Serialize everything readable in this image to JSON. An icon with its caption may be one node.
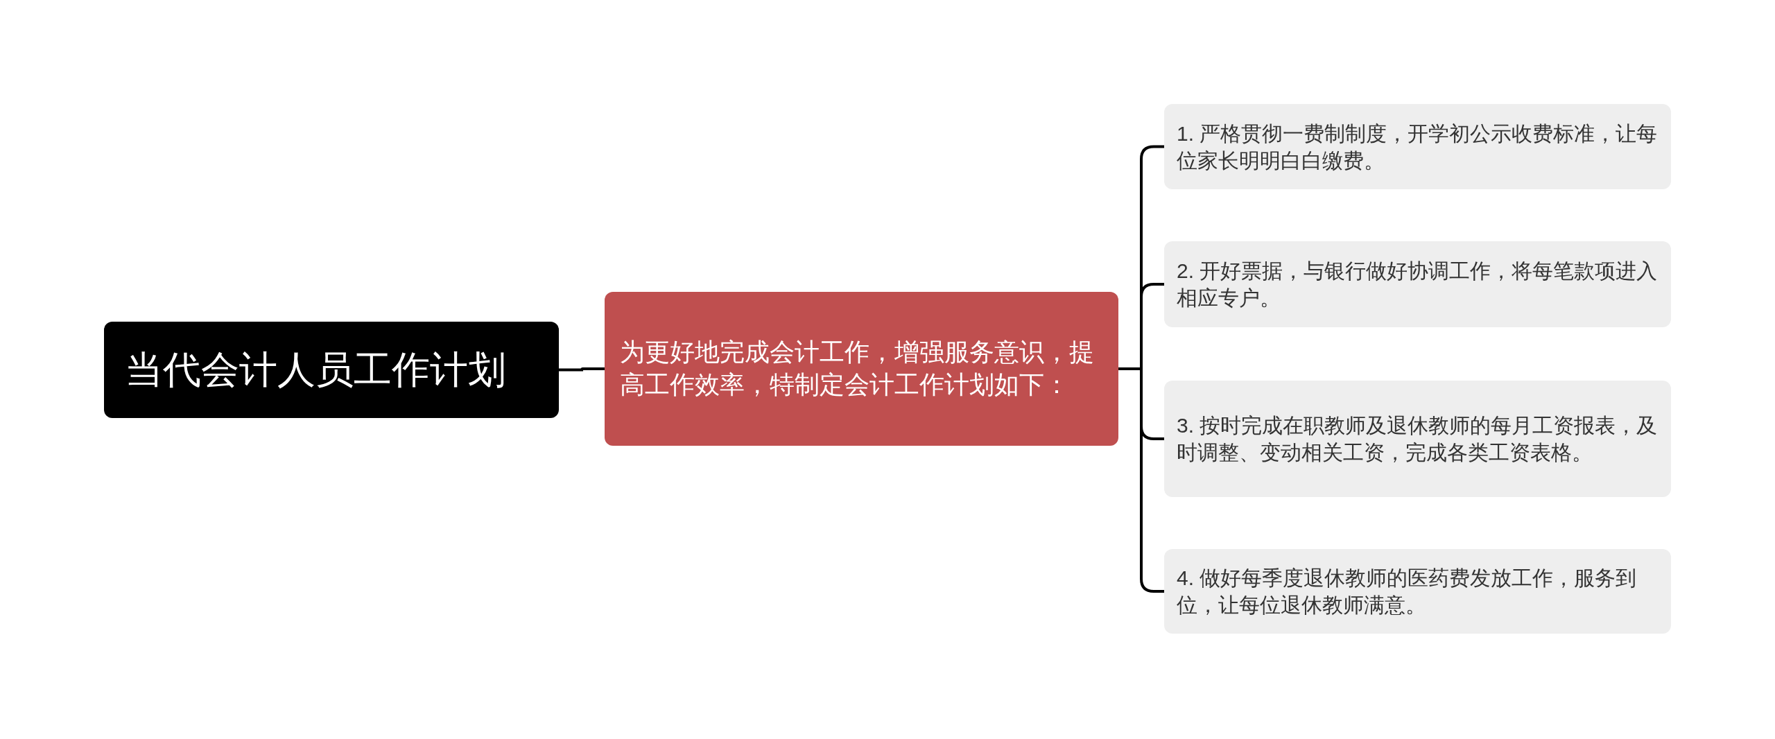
{
  "diagram": {
    "nodes": [
      {
        "text": [
          "当代会计人员工作计划"
        ]
      },
      {
        "text": [
          "为更好地完成会计工作，增强服务意识，提高工作效率，特制定会计工作计划如下："
        ]
      },
      {
        "text": [
          "1. 严格贯彻一费制制度，开学初公示收费标准，让每位家长明明白白缴费。"
        ]
      },
      {
        "text": [
          "2. 开好票据，与银行做好协调工作，将每笔款项进入相应专户。"
        ]
      },
      {
        "text": [
          "3. 按时完成在职教师及退休教师的每月工资报表，及时调整、变动相关工资，完成各类工资表格。"
        ]
      },
      {
        "text": [
          "4. 做好每季度退休教师的医药费发放工作，服务到位，让每位退休教师满意。"
        ]
      }
    ],
    "edges": [
      {
        "from": 0,
        "to": 1,
        "arrow": "none"
      },
      {
        "from": 1,
        "to": 2,
        "arrow": "none"
      },
      {
        "from": 1,
        "to": 3,
        "arrow": "none"
      },
      {
        "from": 1,
        "to": 4,
        "arrow": "none"
      },
      {
        "from": 1,
        "to": 5,
        "arrow": "none"
      }
    ]
  }
}
